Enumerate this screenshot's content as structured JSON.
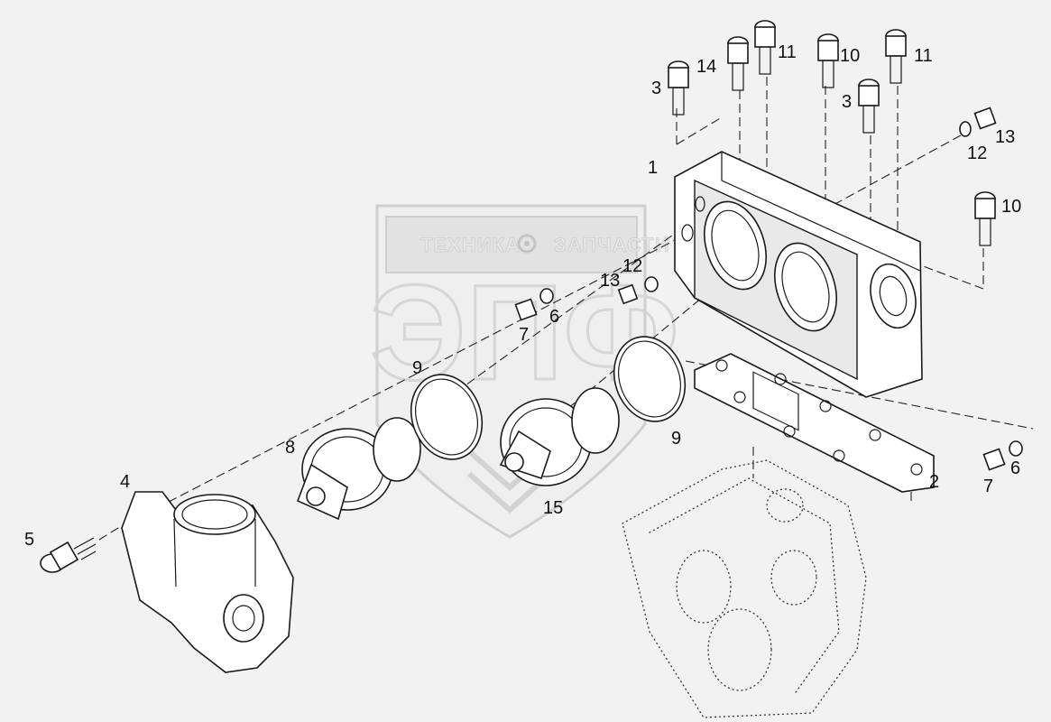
{
  "watermark": {
    "top_left": "ТЕХНИКА",
    "top_right": "ЗАПЧАСТИ",
    "logo": "ЭПФ",
    "gear_icon": "gear-icon"
  },
  "callouts": {
    "c1": "1",
    "c2": "2",
    "c3a": "3",
    "c3b": "3",
    "c4": "4",
    "c5": "5",
    "c6a": "6",
    "c6b": "6",
    "c7a": "7",
    "c7b": "7",
    "c8": "8",
    "c9a": "9",
    "c9b": "9",
    "c10a": "10",
    "c10b": "10",
    "c11a": "11",
    "c11b": "11",
    "c12a": "12",
    "c12b": "12",
    "c13a": "13",
    "c13b": "13",
    "c14": "14",
    "c15": "15"
  }
}
